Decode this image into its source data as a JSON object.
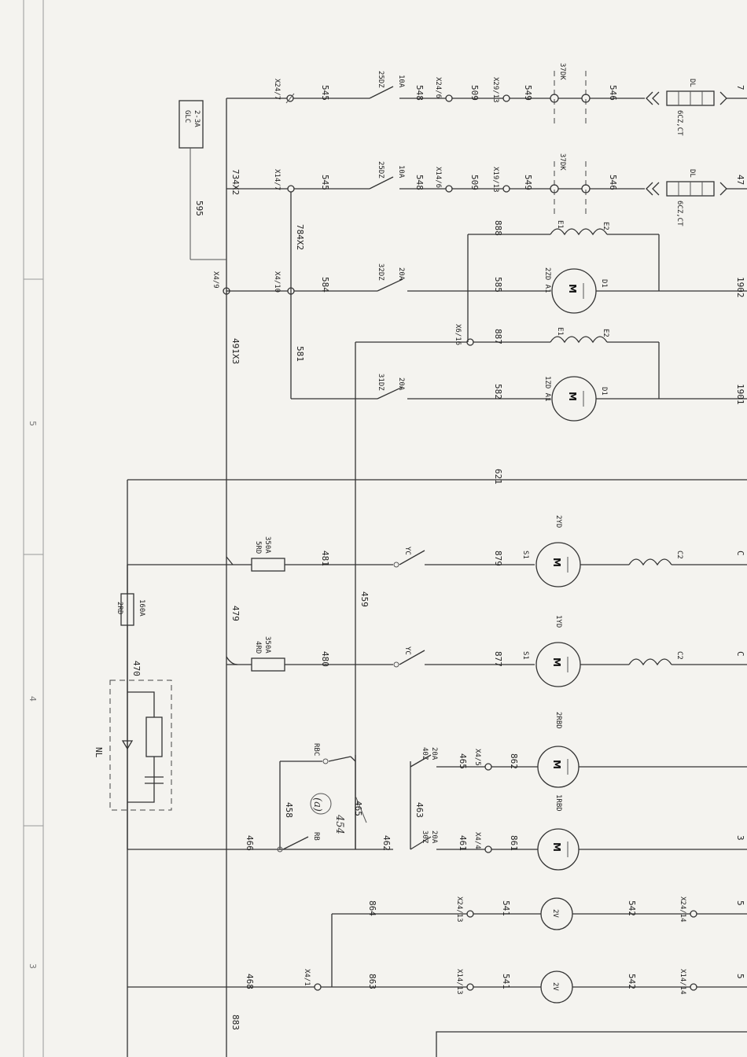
{
  "border_marks": [
    "5",
    "4",
    "3"
  ],
  "power_box": {
    "line1": "GLC",
    "line2": "2-3A"
  },
  "relay_blocks": [
    "DL",
    "DL"
  ],
  "relay_labels": [
    "6CZ,CT",
    "6CZ,CT"
  ],
  "switches": {
    "s25_a": "25DZ",
    "s25_a_rating": "10A",
    "s25_b": "25DZ",
    "s25_b_rating": "10A",
    "s32": "32DZ",
    "s32_rating": "20A",
    "s31": "31DZ",
    "s31_rating": "20A",
    "s40": "40Z",
    "s40_rating": "20A",
    "s30": "30Z",
    "s30_rating": "20A",
    "yc_a": "YC",
    "yc_b": "YC",
    "rbc": "RBC",
    "rb": "RB"
  },
  "contacts": {
    "c37_a": "37DK",
    "c37_b": "37DK"
  },
  "fuses": {
    "f5": "5RD",
    "f5_rating": "350A",
    "f4": "4RD",
    "f4_rating": "350A",
    "f2": "2RD",
    "f2_rating": "160A"
  },
  "motors": {
    "m2zd": "2ZD",
    "m1zd": "1ZD",
    "m2yd": "2YD",
    "m1yd": "1YD",
    "m2rbd": "2RBD",
    "m1rbd": "1RBD",
    "symbol": "M"
  },
  "meters": {
    "v_a": "2V",
    "v_b": "2V"
  },
  "motor_pins": {
    "a1_2": "2ZD A1",
    "d1_2": "D1",
    "a1_1": "1ZD A1",
    "d1_1": "D1",
    "s1_a": "S1",
    "c2_a": "C2",
    "s1_b": "S1",
    "c2_b": "C2",
    "e1_a": "E1",
    "e2_a": "E2",
    "e1_b": "E1",
    "e2_b": "E2"
  },
  "terminals": {
    "t_x24_7": "X24/7",
    "t_x14_7": "X14/7",
    "t_x24_6": "X24/6",
    "t_x14_6": "X14/6",
    "t_x29_13": "X29/13",
    "t_x19_13": "X19/13",
    "t_x4_9": "X4/9",
    "t_x4_10": "X4/10",
    "t_x6_16": "X6/16",
    "t_x4_5": "X4/5",
    "t_x4_4": "X4/4",
    "t_x4_1": "X4/1",
    "t_x24_13": "X24/13",
    "t_x14_13": "X14/13",
    "t_x24_14": "X24/14",
    "t_x14_14": "X14/14"
  },
  "wires": {
    "w545a": "545",
    "w545b": "545",
    "w546a": "546",
    "w546b": "546",
    "w548a": "548",
    "w548b": "548",
    "w509a": "509",
    "w509b": "509",
    "w549a": "549",
    "w549b": "549",
    "w595": "595",
    "w734": "734X2",
    "w784": "784X2",
    "w584": "584",
    "w585": "585",
    "w888": "888",
    "w887": "887",
    "w581": "581",
    "w582": "582",
    "w491": "491X3",
    "w621": "621",
    "w481": "481",
    "w480": "480",
    "w479": "479",
    "w459": "459",
    "w879": "879",
    "w877": "877",
    "w470": "470",
    "w465": "465",
    "w862": "862",
    "w458": "458",
    "w463": "463",
    "w466": "466",
    "w462": "462",
    "w461": "461",
    "w861": "861",
    "w864": "864",
    "w541a": "541",
    "w542a": "542",
    "w468": "468",
    "w863": "863",
    "w541b": "541",
    "w542b": "542",
    "w883": "883",
    "e_47": "47",
    "e_7": "7",
    "e_1902": "1902",
    "e_1901": "1901",
    "e_c1": "C",
    "e_c2": "C",
    "e_5a": "5",
    "e_5b": "5",
    "e_3": "3"
  },
  "unit_label": "NL",
  "handwritten": {
    "circled": "(a)",
    "note": "454",
    "struck": "465"
  }
}
